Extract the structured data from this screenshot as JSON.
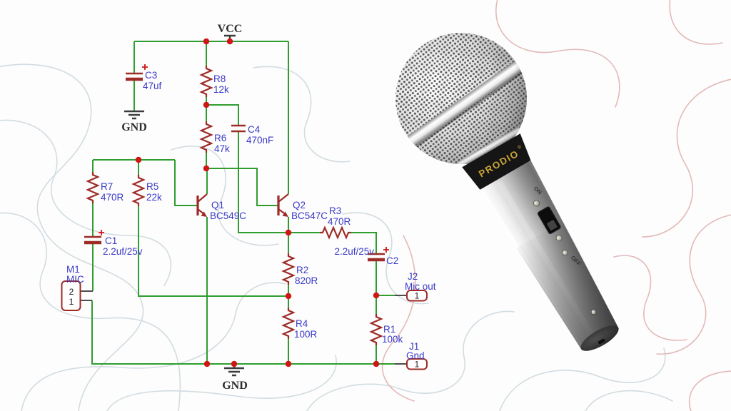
{
  "colors": {
    "wire": "#2f9e2f",
    "comp": "#9d2b26",
    "junction": "#d01515",
    "label": "#3a3ac8",
    "stub": "#4d4d4d",
    "contour-left": "#d2dce1",
    "contour-right": "#e4b9b9",
    "brand-gold": "#c9a43a"
  },
  "schematic": {
    "power_labels": {
      "vcc": "VCC",
      "gnd_top": "GND",
      "gnd_bottom": "GND"
    },
    "parts": {
      "c3": {
        "ref": "C3",
        "value": "47uf"
      },
      "r8": {
        "ref": "R8",
        "value": "12k"
      },
      "r6": {
        "ref": "R6",
        "value": "47k"
      },
      "c4": {
        "ref": "C4",
        "value": "470nF"
      },
      "r7": {
        "ref": "R7",
        "value": "470R"
      },
      "r5": {
        "ref": "R5",
        "value": "22k"
      },
      "q1": {
        "ref": "Q1",
        "value": "BC549C"
      },
      "q2": {
        "ref": "Q2",
        "value": "BC547C"
      },
      "r3": {
        "ref": "R3",
        "value": "470R"
      },
      "c1": {
        "ref": "C1",
        "value": "2.2uf/25v"
      },
      "c2": {
        "ref": "C2",
        "value": "2.2uf/25v"
      },
      "r2": {
        "ref": "R2",
        "value": "820R"
      },
      "r4": {
        "ref": "R4",
        "value": "100R"
      },
      "r1": {
        "ref": "R1",
        "value": "100k"
      },
      "m1": {
        "ref": "M1",
        "value": "MIC",
        "pin_top": "2",
        "pin_bottom": "1"
      },
      "j2": {
        "ref": "J2",
        "value": "Mic out",
        "pin": "1"
      },
      "j1": {
        "ref": "J1",
        "value": "Gnd",
        "pin": "1"
      }
    }
  },
  "microphone": {
    "brand": "PRODIO",
    "registered_mark": "®",
    "switch_label_on": "ON",
    "switch_label_off": "OFF"
  }
}
